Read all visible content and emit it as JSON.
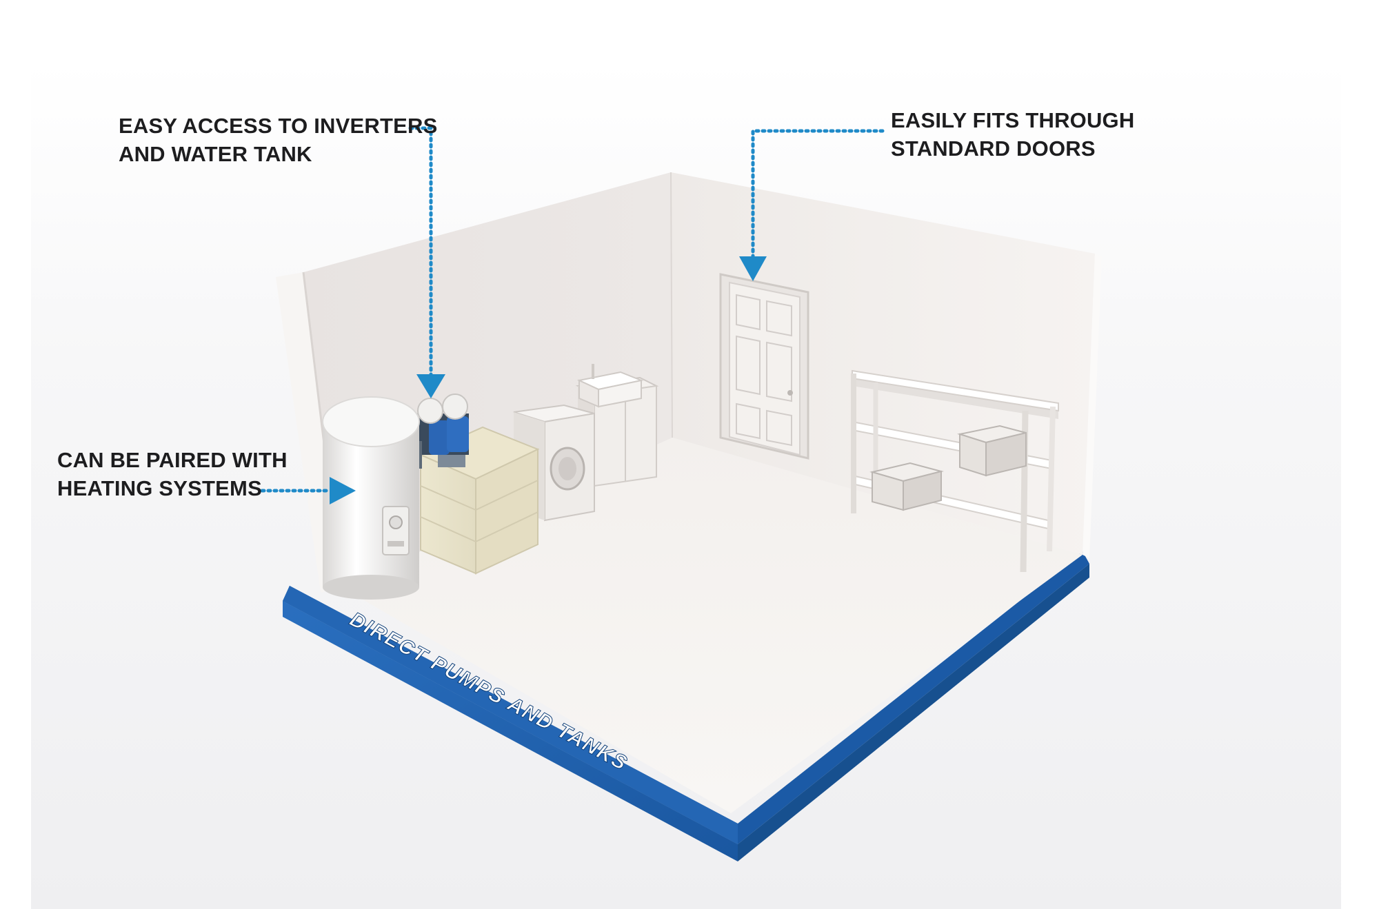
{
  "callouts": {
    "inverters": {
      "line1": "EASY ACCESS TO INVERTERS",
      "line2": "AND WATER TANK"
    },
    "doors": {
      "line1": "EASILY FITS THROUGH",
      "line2": "STANDARD DOORS"
    },
    "heating": {
      "line1": "CAN BE PAIRED WITH",
      "line2": "HEATING SYSTEMS"
    }
  },
  "base_label": "DIRECT PUMPS AND TANKS",
  "colors": {
    "accent_blue": "#1f64b0",
    "pointer_blue": "#1f8ac8",
    "wall": "#f3efec",
    "floor": "#f6f3f0",
    "text": "#1d1d1f"
  }
}
